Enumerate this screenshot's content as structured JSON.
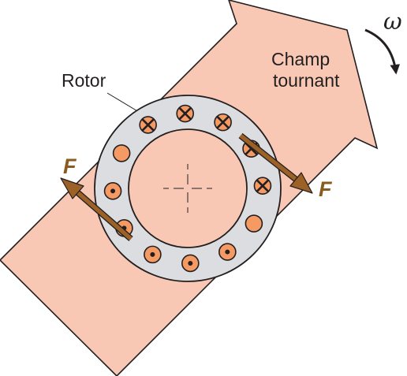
{
  "labels": {
    "rotor": "Rotor",
    "field_line1": "Champ",
    "field_line2": "tournant",
    "force_left": "F",
    "force_right": "F",
    "omega": "ω"
  },
  "colors": {
    "field_arrow": "#f8c8b4",
    "rotor_ring": "#dcdde0",
    "conductor": "#f59a63",
    "force_arrow": "#9b6126",
    "outline": "#231f20"
  },
  "conductors": [
    {
      "symbol": "cross"
    },
    {
      "symbol": "cross"
    },
    {
      "symbol": "cross"
    },
    {
      "symbol": "cross"
    },
    {
      "symbol": "cross"
    },
    {
      "symbol": "empty"
    },
    {
      "symbol": "dot"
    },
    {
      "symbol": "dot"
    },
    {
      "symbol": "dot"
    },
    {
      "symbol": "dot"
    },
    {
      "symbol": "dot"
    },
    {
      "symbol": "empty"
    }
  ]
}
